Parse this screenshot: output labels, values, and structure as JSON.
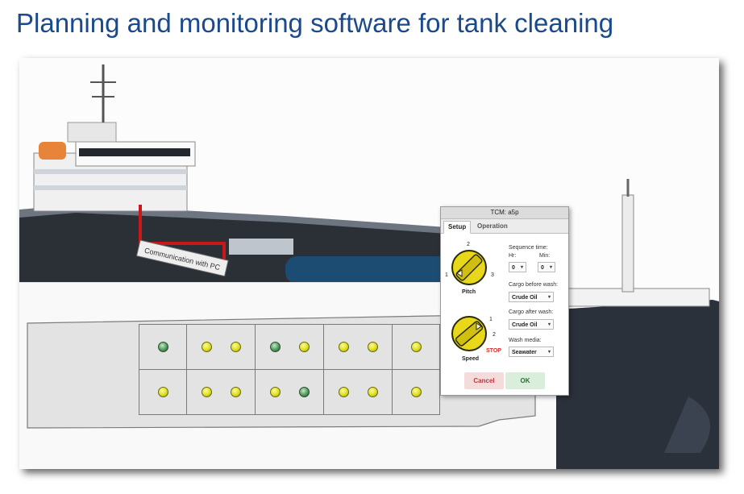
{
  "page": {
    "title": "Planning and monitoring software for tank cleaning"
  },
  "ship": {
    "callout": "Communication with PC"
  },
  "tanks": {
    "top_row": [
      [
        "green"
      ],
      [
        "yellow",
        "yellow"
      ],
      [
        "green",
        "yellow"
      ],
      [
        "yellow",
        "yellow"
      ],
      [
        "yellow"
      ]
    ],
    "bottom_row": [
      [
        "yellow"
      ],
      [
        "yellow",
        "yellow"
      ],
      [
        "yellow",
        "green"
      ],
      [
        "yellow",
        "yellow"
      ],
      [
        "yellow"
      ]
    ]
  },
  "dialog": {
    "title": "TCM: a5p",
    "tabs": [
      "Setup",
      "Operation"
    ],
    "pitch": {
      "label": "Pitch",
      "marks": [
        "1",
        "2",
        "3"
      ]
    },
    "speed": {
      "label": "Speed",
      "marks": [
        "1",
        "2",
        "STOP"
      ]
    },
    "sequence_time": {
      "label": "Sequence time:",
      "hr_label": "Hr:",
      "hr_value": "0",
      "min_label": "Min:",
      "min_value": "0"
    },
    "cargo_before": {
      "label": "Cargo before wash:",
      "value": "Crude Oil"
    },
    "cargo_after": {
      "label": "Cargo after wash:",
      "value": "Crude Oil"
    },
    "wash_media": {
      "label": "Wash media:",
      "value": "Seawater"
    },
    "buttons": {
      "cancel": "Cancel",
      "ok": "OK"
    },
    "dropdown_glyph": "▾"
  },
  "colors": {
    "title": "#1a4a8c",
    "lamp_yellow": "#dede1e",
    "lamp_green": "#4d9a5b",
    "knob": "#e9d81a",
    "cancel": "#f5dcdc",
    "ok": "#d9efdc"
  }
}
